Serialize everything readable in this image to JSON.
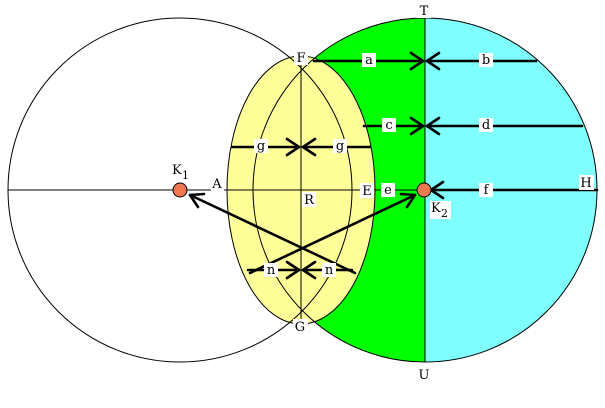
{
  "points": {
    "T": "T",
    "U": "U",
    "F": "F",
    "G": "G",
    "A": "A",
    "R": "R",
    "E": "E",
    "H": "H",
    "K1_base": "K",
    "K1_sub": "1",
    "K2_base": "K",
    "K2_sub": "2"
  },
  "arrow_labels": {
    "a": "a",
    "b": "b",
    "c": "c",
    "d": "d",
    "e": "e",
    "f": "f",
    "g_left": "g",
    "g_right": "g",
    "n_left": "n",
    "n_right": "n"
  },
  "colors": {
    "green_region": "#00ff00",
    "cyan_region": "#80ffff",
    "yellow_region": "#ffff99",
    "node_fill": "#f07850",
    "outline": "#000000"
  }
}
